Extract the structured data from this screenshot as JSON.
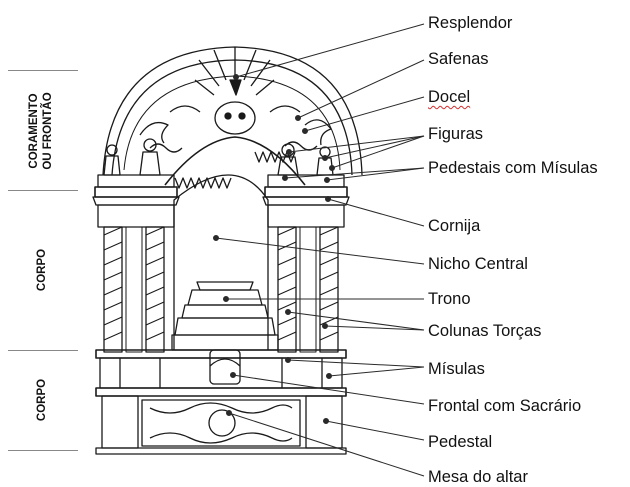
{
  "sections": {
    "coroamento_line1": "CORAMENTO",
    "coroamento_line2": "OU FRONTÃO",
    "corpo_upper": "CORPO",
    "corpo_lower": "CORPO"
  },
  "labels": [
    {
      "key": "resplendor",
      "text": "Resplendor"
    },
    {
      "key": "safenas",
      "text": "Safenas"
    },
    {
      "key": "docel",
      "text": "Docel",
      "spellcheck_underline": true
    },
    {
      "key": "figuras",
      "text": "Figuras"
    },
    {
      "key": "pedestais",
      "text": "Pedestais com Mísulas"
    },
    {
      "key": "cornija",
      "text": "Cornija"
    },
    {
      "key": "nicho",
      "text": "Nicho Central"
    },
    {
      "key": "trono",
      "text": "Trono"
    },
    {
      "key": "colunas",
      "text": "Colunas Torças"
    },
    {
      "key": "misulas",
      "text": "Mísulas"
    },
    {
      "key": "frontal",
      "text": "Frontal com Sacrário"
    },
    {
      "key": "pedestal",
      "text": "Pedestal"
    },
    {
      "key": "mesa",
      "text": "Mesa do altar"
    }
  ],
  "colors": {
    "line": "#2a2a2a",
    "drawing": "#1a1a1a",
    "divider": "#888888",
    "spellcheck": "#d03030"
  }
}
